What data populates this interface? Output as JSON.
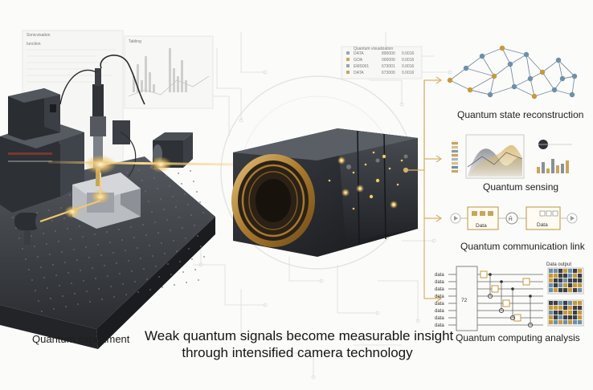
{
  "bg_panels": {
    "panel_a_title": "Sonicvisation",
    "panel_a_sub": "Iunction",
    "panel_b_title": "Tabling",
    "panel_c_title": "Quantum visualization",
    "panel_c_rows": [
      {
        "name": "DATA",
        "v1": "890000",
        "v2": "0.0016"
      },
      {
        "name": "GOA",
        "v1": "000000",
        "v2": "0.0016"
      },
      {
        "name": "EMS001",
        "v1": "673001",
        "v2": "0.0016"
      },
      {
        "name": "DATA",
        "v1": "673000",
        "v2": "0.0016"
      }
    ]
  },
  "labels": {
    "left": "Quantum experiment",
    "headline_1": "Weak quantum signals become measurable insight",
    "headline_2": "through intensified camera technology"
  },
  "outputs": {
    "reconstruction": "Quantum state reconstruction",
    "sensing": "Quantum sensing",
    "communication": "Quantum communication link",
    "computing": "Quantum computing analysis"
  },
  "comm": {
    "box1": "Data",
    "box2": "Data",
    "glyph": "Ȟ"
  },
  "circuit": {
    "qubit_label": "data",
    "register_label": "72",
    "qubits": 8,
    "data_output_title": "Data output"
  },
  "colors": {
    "accent_gold": "#c59a3c",
    "line_gold": "#d7b268",
    "dark": "#2b2b2b",
    "mid": "#5d6168",
    "node_blue": "#6e8fa8"
  }
}
